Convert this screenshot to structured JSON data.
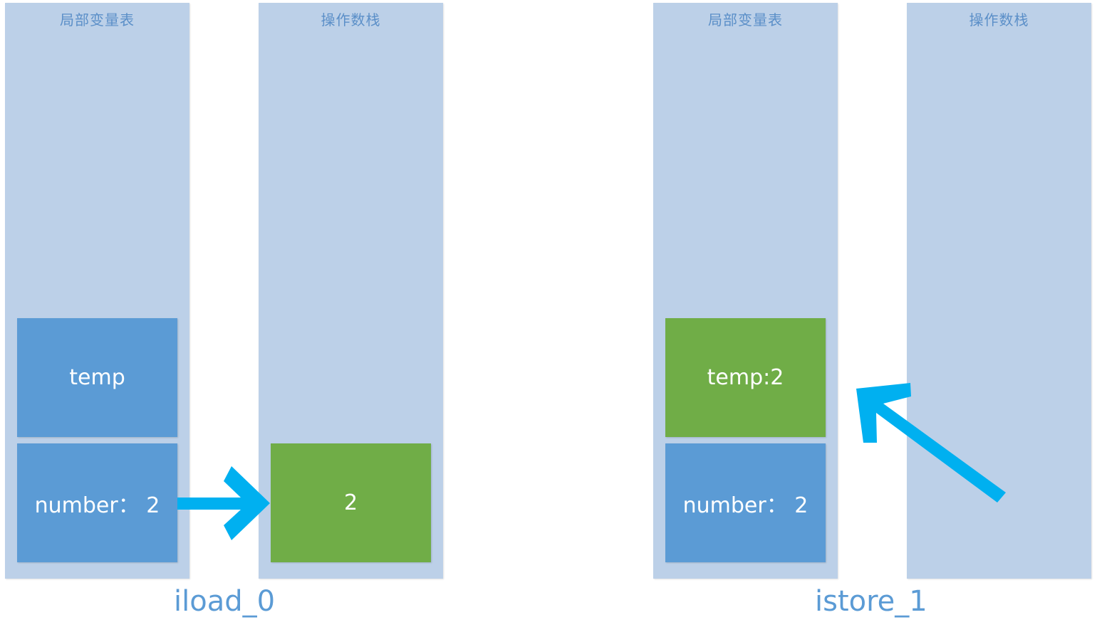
{
  "left_panel": {
    "locals_title": "局部变量表",
    "stack_title": "操作数栈",
    "locals_top_cell": "temp",
    "locals_bottom_cell": "number： 2",
    "stack_cell": "2",
    "caption": "iload_0"
  },
  "right_panel": {
    "locals_title": "局部变量表",
    "stack_title": "操作数栈",
    "locals_top_cell": "temp:2",
    "locals_bottom_cell": "number： 2",
    "caption": "istore_1"
  },
  "colors": {
    "column_bg": "#bcd0e8",
    "title_text": "#5b8fc8",
    "cell_blue": "#5b9bd5",
    "cell_green": "#70ad47",
    "arrow": "#00b0f0",
    "caption_text": "#5b9bd5"
  }
}
